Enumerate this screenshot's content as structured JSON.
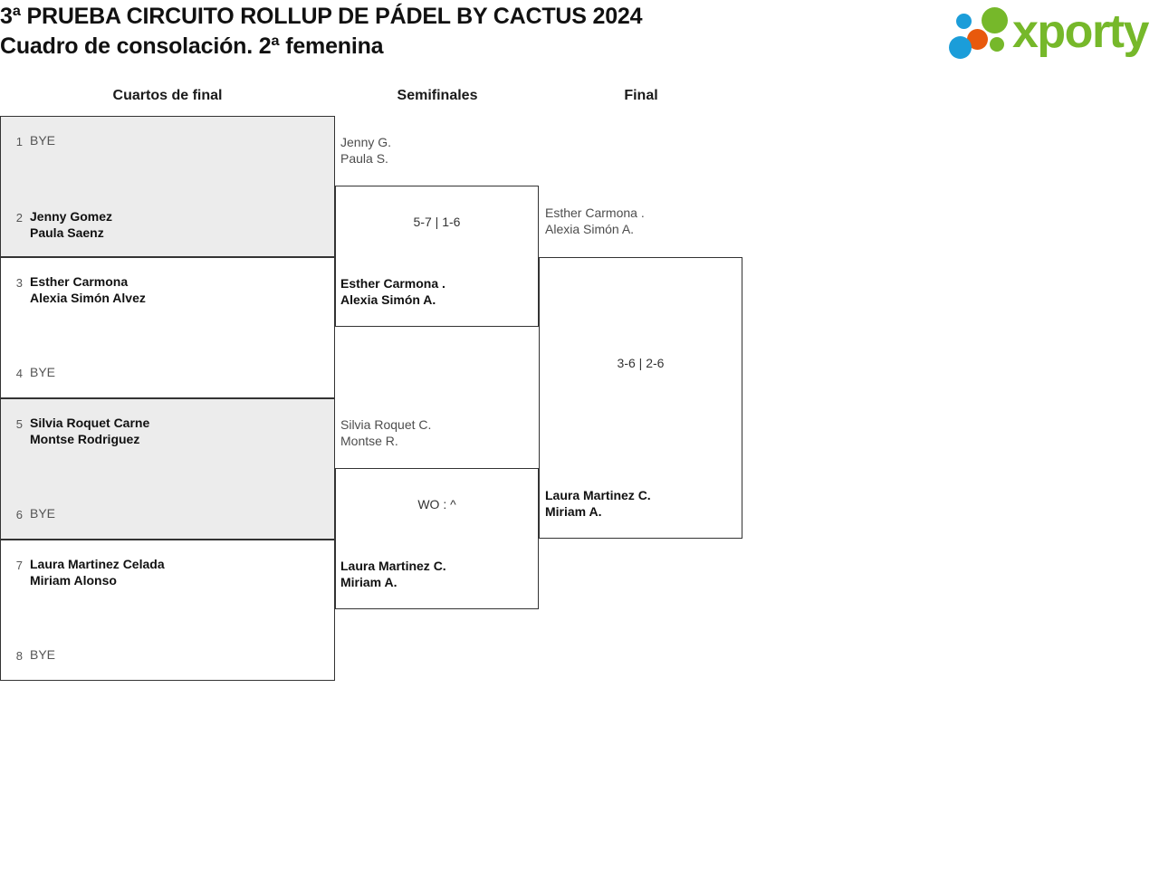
{
  "header": {
    "title_line1": "3ª PRUEBA CIRCUITO ROLLUP DE PÁDEL BY CACTUS 2024",
    "title_line2": "Cuadro de consolación. 2ª femenina",
    "logo_text": "xporty",
    "logo_colors": {
      "green": "#76b82a",
      "blue": "#1b9dd9",
      "orange": "#e8590c"
    }
  },
  "rounds": [
    {
      "label": "Cuartos de final"
    },
    {
      "label": "Semifinales"
    },
    {
      "label": "Final"
    }
  ],
  "bracket": {
    "round1": [
      {
        "shaded": true,
        "top": {
          "seed": "1",
          "lines": [
            "BYE"
          ],
          "result": "bye"
        },
        "bottom": {
          "seed": "2",
          "lines": [
            "Jenny Gomez",
            "Paula Saenz"
          ],
          "result": "winner"
        }
      },
      {
        "shaded": false,
        "top": {
          "seed": "3",
          "lines": [
            "Esther Carmona",
            "Alexia Simón Alvez"
          ],
          "result": "winner"
        },
        "bottom": {
          "seed": "4",
          "lines": [
            "BYE"
          ],
          "result": "bye"
        }
      },
      {
        "shaded": true,
        "top": {
          "seed": "5",
          "lines": [
            "Silvia Roquet Carne",
            "Montse Rodriguez"
          ],
          "result": "winner"
        },
        "bottom": {
          "seed": "6",
          "lines": [
            "BYE"
          ],
          "result": "bye"
        }
      },
      {
        "shaded": false,
        "top": {
          "seed": "7",
          "lines": [
            "Laura Martinez Celada",
            "Miriam Alonso"
          ],
          "result": "winner"
        },
        "bottom": {
          "seed": "8",
          "lines": [
            "BYE"
          ],
          "result": "bye"
        }
      }
    ],
    "round2": [
      {
        "score": "5-7 | 1-6",
        "top": {
          "lines": [
            "Jenny G.",
            "Paula S."
          ],
          "result": "loser"
        },
        "bottom": {
          "lines": [
            "Esther Carmona .",
            "Alexia Simón A."
          ],
          "result": "winner"
        }
      },
      {
        "score": "WO : ^",
        "top": {
          "lines": [
            "Silvia Roquet C.",
            "Montse R."
          ],
          "result": "loser"
        },
        "bottom": {
          "lines": [
            "Laura Martinez C.",
            "Miriam A."
          ],
          "result": "winner"
        }
      }
    ],
    "round3": [
      {
        "score": "3-6 | 2-6",
        "top": {
          "lines": [
            "Esther Carmona .",
            "Alexia Simón A."
          ],
          "result": "loser"
        },
        "bottom": {
          "lines": [
            "Laura Martinez C.",
            "Miriam A."
          ],
          "result": "winner"
        }
      }
    ]
  }
}
